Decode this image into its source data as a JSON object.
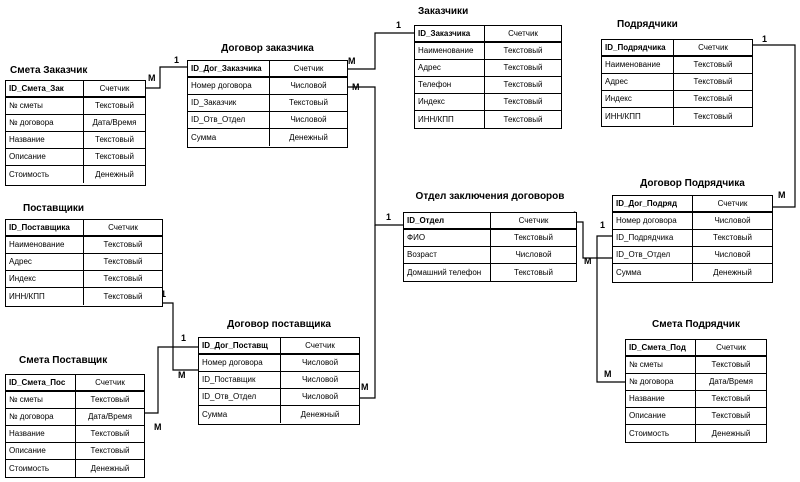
{
  "entities": {
    "smeta_zakazchik": {
      "title": "Смета Заказчик",
      "rows": [
        [
          "ID_Смета_Зак",
          "Счетчик"
        ],
        [
          "№ сметы",
          "Текстовый"
        ],
        [
          "№ договора",
          "Дата/Время"
        ],
        [
          "Название",
          "Текстовый"
        ],
        [
          "Описание",
          "Текстовый"
        ],
        [
          "Стоимость",
          "Денежный"
        ]
      ]
    },
    "dogovor_zakazchika": {
      "title": "Договор заказчика",
      "rows": [
        [
          "ID_Дог_Заказчика",
          "Счетчик"
        ],
        [
          "Номер договора",
          "Числовой"
        ],
        [
          "ID_Заказчик",
          "Текстовый"
        ],
        [
          "ID_Отв_Отдел",
          "Числовой"
        ],
        [
          "Сумма",
          "Денежный"
        ]
      ]
    },
    "zakazchiki": {
      "title": "Заказчики",
      "rows": [
        [
          "ID_Заказчика",
          "Счетчик"
        ],
        [
          "Наименование",
          "Текстовый"
        ],
        [
          "Адрес",
          "Текстовый"
        ],
        [
          "Телефон",
          "Текстовый"
        ],
        [
          "Индекс",
          "Текстовый"
        ],
        [
          "ИНН/КПП",
          "Текстовый"
        ]
      ]
    },
    "podryadchiki": {
      "title": "Подрядчики",
      "rows": [
        [
          "ID_Подрядчика",
          "Счетчик"
        ],
        [
          "Наименование",
          "Текстовый"
        ],
        [
          "Адрес",
          "Текстовый"
        ],
        [
          "Индекс",
          "Текстовый"
        ],
        [
          "ИНН/КПП",
          "Текстовый"
        ]
      ]
    },
    "postavshchiki": {
      "title": "Поставщики",
      "rows": [
        [
          "ID_Поставщика",
          "Счетчик"
        ],
        [
          "Наименование",
          "Текстовый"
        ],
        [
          "Адрес",
          "Текстовый"
        ],
        [
          "Индекс",
          "Текстовый"
        ],
        [
          "ИНН/КПП",
          "Текстовый"
        ]
      ]
    },
    "otdel": {
      "title": "Отдел заключения договоров",
      "rows": [
        [
          "ID_Отдел",
          "Счетчик"
        ],
        [
          "ФИО",
          "Текстовый"
        ],
        [
          "Возраст",
          "Числовой"
        ],
        [
          "Домашний телефон",
          "Текстовый"
        ]
      ]
    },
    "dogovor_podryadchika": {
      "title": "Договор Подрядчика",
      "rows": [
        [
          "ID_Дог_Подряд",
          "Счетчик"
        ],
        [
          "Номер договора",
          "Числовой"
        ],
        [
          "ID_Подрядчика",
          "Текстовый"
        ],
        [
          "ID_Отв_Отдел",
          "Числовой"
        ],
        [
          "Сумма",
          "Денежный"
        ]
      ]
    },
    "dogovor_postavshchika": {
      "title": "Договор поставщика",
      "rows": [
        [
          "ID_Дог_Поставщ",
          "Счетчик"
        ],
        [
          "Номер договора",
          "Числовой"
        ],
        [
          "ID_Поставщик",
          "Числовой"
        ],
        [
          "ID_Отв_Отдел",
          "Числовой"
        ],
        [
          "Сумма",
          "Денежный"
        ]
      ]
    },
    "smeta_podryadchik": {
      "title": "Смета Подрядчик",
      "rows": [
        [
          "ID_Смета_Под",
          "Счетчик"
        ],
        [
          "№ сметы",
          "Текстовый"
        ],
        [
          "№ договора",
          "Дата/Время"
        ],
        [
          "Название",
          "Текстовый"
        ],
        [
          "Описание",
          "Текстовый"
        ],
        [
          "Стоимость",
          "Денежный"
        ]
      ]
    },
    "smeta_postavshchik": {
      "title": "Смета Поставщик",
      "rows": [
        [
          "ID_Смета_Пос",
          "Счетчик"
        ],
        [
          "№ сметы",
          "Текстовый"
        ],
        [
          "№ договора",
          "Дата/Время"
        ],
        [
          "Название",
          "Текстовый"
        ],
        [
          "Описание",
          "Текстовый"
        ],
        [
          "Стоимость",
          "Денежный"
        ]
      ]
    }
  },
  "cardinality": {
    "one": "1",
    "many": "M"
  }
}
